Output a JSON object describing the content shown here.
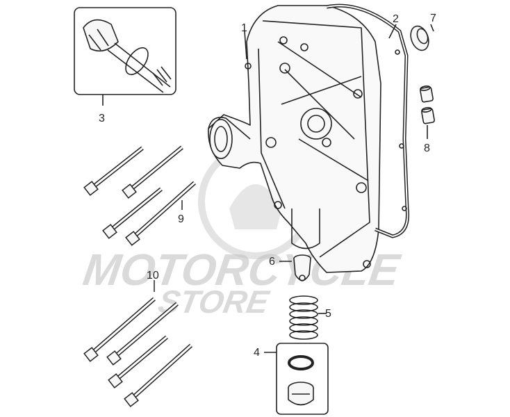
{
  "diagram": {
    "callouts": [
      "1",
      "2",
      "3",
      "4",
      "5",
      "6",
      "7",
      "8",
      "9",
      "10"
    ]
  },
  "watermark": {
    "line1": "MOTORCYCLE",
    "line2": "STORE"
  },
  "colors": {
    "line": "#222222",
    "part_fill": "#f7f7f7",
    "watermark": "#bdbdbd"
  }
}
